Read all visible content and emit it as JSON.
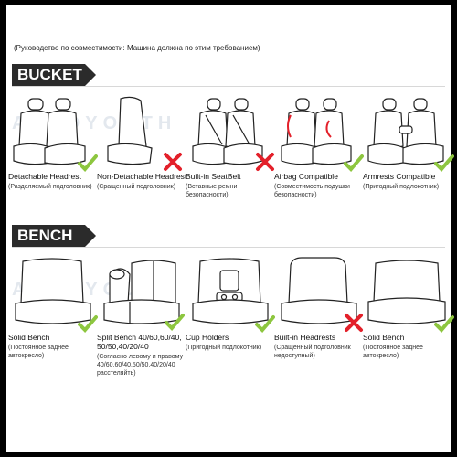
{
  "compat_note": "(Руководство по совместимости: Машина должна по этим требованием)",
  "watermark": "AUTOYOUTH",
  "colors": {
    "check": "#8dc63f",
    "cross": "#e3202a",
    "band": "#2b2b2b"
  },
  "bucket": {
    "heading": "BUCKET",
    "items": [
      {
        "title": "Detachable Headrest",
        "sub": "(Разделяемый подголовник)",
        "status": "check"
      },
      {
        "title": "Non-Detachable Headrest",
        "sub": "(Сращенный подголовник)",
        "status": "cross"
      },
      {
        "title": "Built-in SeatBelt",
        "sub": "(Вставные ремни безопасности)",
        "status": "cross"
      },
      {
        "title": "Airbag Compatible",
        "sub": "(Совместимость подушки безопасности)",
        "status": "check"
      },
      {
        "title": "Armrests Compatible",
        "sub": "(Пригодный подлокотник)",
        "status": "check"
      }
    ]
  },
  "bench": {
    "heading": "BENCH",
    "items": [
      {
        "title": "Solid Bench",
        "sub": "(Постоянное заднее автокресло)",
        "status": "check"
      },
      {
        "title": "Split Bench 40/60,60/40, 50/50,40/20/40",
        "sub": "(Согласно левому и правому 40/60,60/40,50/50,40/20/40 расстеляйть)",
        "status": "check"
      },
      {
        "title": "Cup Holders",
        "sub": "(Пригодный подлокотник)",
        "status": "check"
      },
      {
        "title": "Built-in Headrests",
        "sub": "(Сращенный подголовник недоступный)",
        "status": "cross"
      },
      {
        "title": "Solid Bench",
        "sub": "(Постоянное заднее автокресло)",
        "status": "check"
      }
    ]
  }
}
